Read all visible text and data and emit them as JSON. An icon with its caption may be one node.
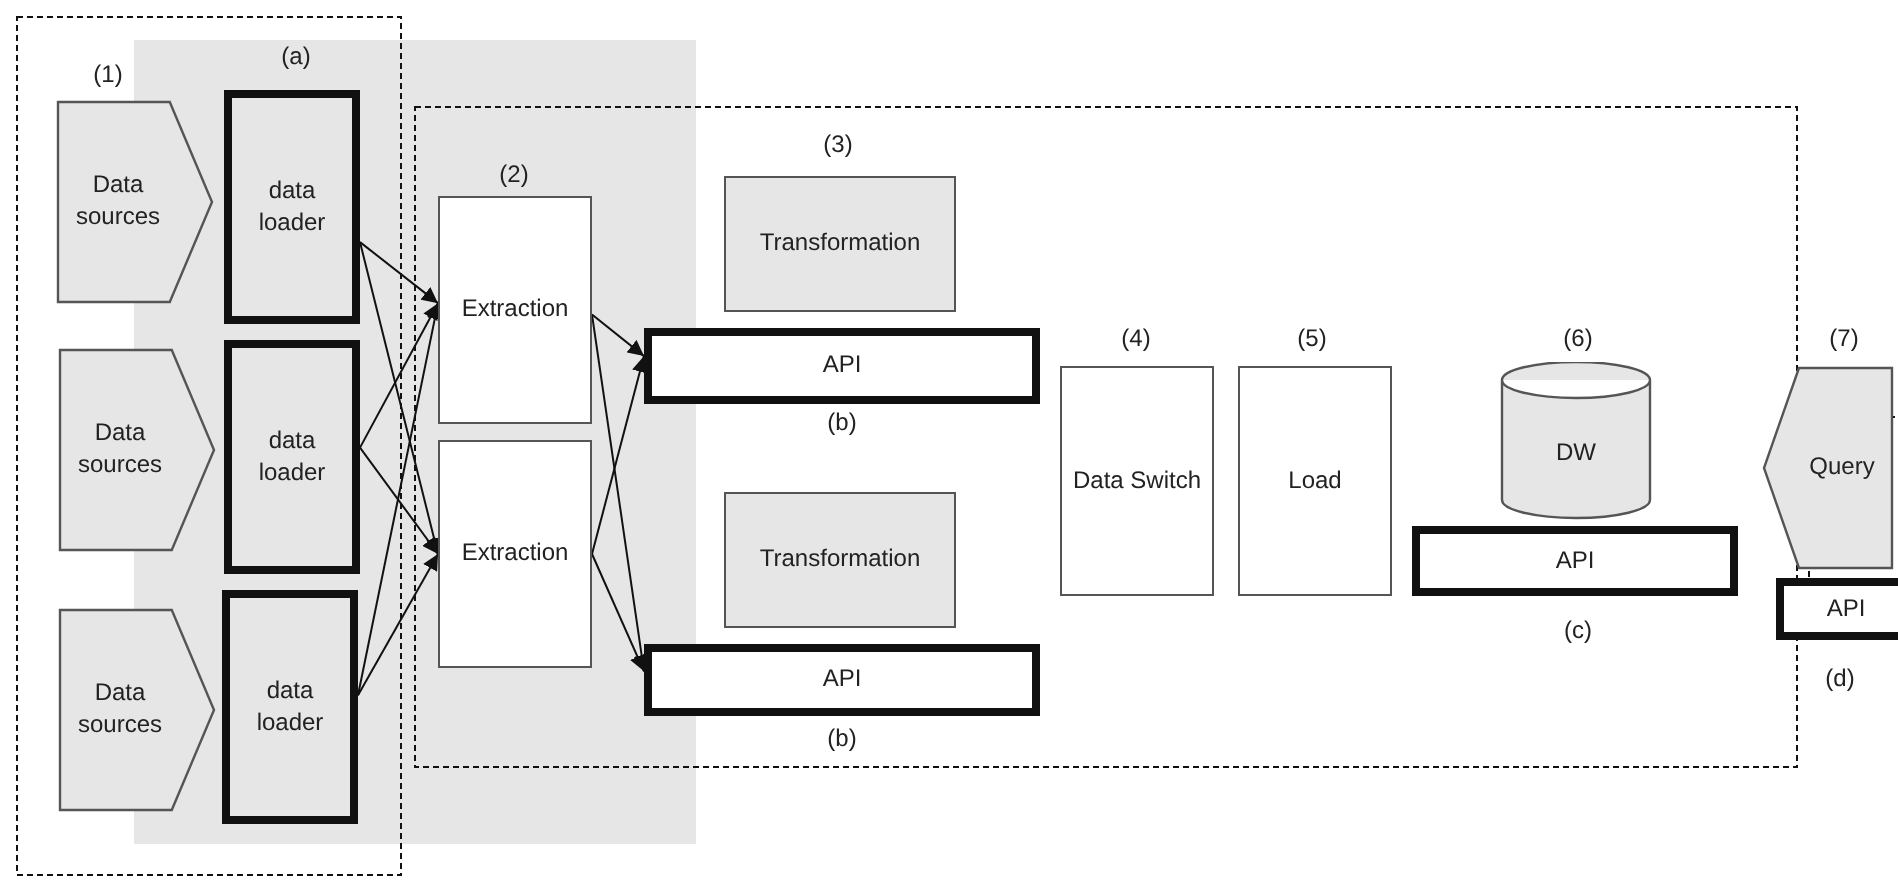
{
  "diagram": {
    "nodes": [
      {
        "text": [
          "Data sources"
        ],
        "beside": [
          "(1)"
        ]
      },
      {
        "text": [
          "Data sources"
        ]
      },
      {
        "text": [
          "Data sources"
        ]
      },
      {
        "text": [
          "data loader"
        ],
        "beside": [
          "(a)"
        ]
      },
      {
        "text": [
          "data loader"
        ]
      },
      {
        "text": [
          "data loader"
        ]
      },
      {
        "text": [
          "Extraction"
        ],
        "beside": [
          "(2)"
        ]
      },
      {
        "text": [
          "Extraction"
        ]
      },
      {
        "text": [
          "Transformation"
        ],
        "beside": [
          "(3)"
        ]
      },
      {
        "text": [
          "API"
        ],
        "beside": [
          "(b)"
        ]
      },
      {
        "text": [
          "Transformation"
        ]
      },
      {
        "text": [
          "API"
        ],
        "beside": [
          "(b)"
        ]
      },
      {
        "text": [
          "Data Switch"
        ],
        "beside": [
          "(4)"
        ]
      },
      {
        "text": [
          "Load"
        ],
        "beside": [
          "(5)"
        ]
      },
      {
        "text": [
          "DW"
        ],
        "beside": [
          "(6)"
        ]
      },
      {
        "text": [
          "API"
        ],
        "beside": [
          "(c)"
        ]
      },
      {
        "text": [
          "Query"
        ],
        "beside": [
          "(7)"
        ]
      },
      {
        "text": [
          "API"
        ],
        "beside": [
          "(d)"
        ]
      }
    ],
    "edges": [
      {
        "from": 3,
        "to": 6,
        "arrow": "to"
      },
      {
        "from": 3,
        "to": 7,
        "arrow": "to"
      },
      {
        "from": 4,
        "to": 6,
        "arrow": "to"
      },
      {
        "from": 4,
        "to": 7,
        "arrow": "to"
      },
      {
        "from": 5,
        "to": 6,
        "arrow": "to"
      },
      {
        "from": 5,
        "to": 7,
        "arrow": "to"
      },
      {
        "from": 6,
        "to": 9,
        "arrow": "to"
      },
      {
        "from": 6,
        "to": 11,
        "arrow": "to"
      },
      {
        "from": 7,
        "to": 9,
        "arrow": "to"
      },
      {
        "from": 7,
        "to": 11,
        "arrow": "to"
      }
    ]
  }
}
